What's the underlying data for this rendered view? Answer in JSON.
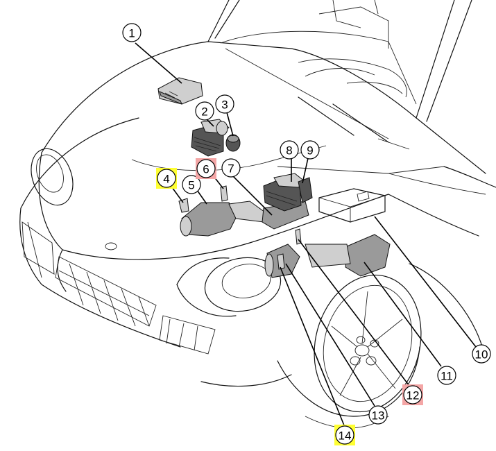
{
  "diagram": {
    "subject": "Vehicle front-end engine compartment component location illustration",
    "highlight_colors": {
      "yellow": "#ffff33",
      "pink": "#f4a6a6"
    },
    "callouts": [
      {
        "id": "1",
        "label": "1",
        "highlight": null,
        "points_to": "control-unit"
      },
      {
        "id": "2",
        "label": "2",
        "highlight": null,
        "points_to": "throttle-body-left"
      },
      {
        "id": "3",
        "label": "3",
        "highlight": null,
        "points_to": "sensor-left"
      },
      {
        "id": "4",
        "label": "4",
        "highlight": "yellow",
        "points_to": "oxygen-sensor-pre-left"
      },
      {
        "id": "5",
        "label": "5",
        "highlight": null,
        "points_to": "catalytic-converter-left"
      },
      {
        "id": "6",
        "label": "6",
        "highlight": "pink",
        "points_to": "oxygen-sensor-post-left"
      },
      {
        "id": "7",
        "label": "7",
        "highlight": null,
        "points_to": "exhaust-pipe-left"
      },
      {
        "id": "8",
        "label": "8",
        "highlight": null,
        "points_to": "throttle-body-right"
      },
      {
        "id": "9",
        "label": "9",
        "highlight": null,
        "points_to": "sensor-right"
      },
      {
        "id": "10",
        "label": "10",
        "highlight": null,
        "points_to": "reservoir"
      },
      {
        "id": "11",
        "label": "11",
        "highlight": null,
        "points_to": "catalytic-converter-right"
      },
      {
        "id": "12",
        "label": "12",
        "highlight": "pink",
        "points_to": "oxygen-sensor-post-right"
      },
      {
        "id": "13",
        "label": "13",
        "highlight": null,
        "points_to": "exhaust-pipe-right"
      },
      {
        "id": "14",
        "label": "14",
        "highlight": "yellow",
        "points_to": "oxygen-sensor-pre-right"
      }
    ]
  }
}
